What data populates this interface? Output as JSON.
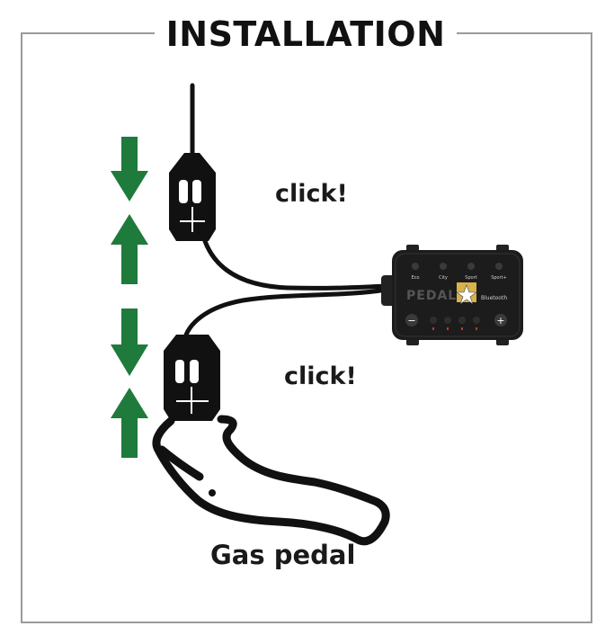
{
  "title": "INSTALLATION",
  "labels": {
    "click_top": "click!",
    "click_bottom": "click!",
    "pedal": "Gas pedal"
  },
  "controller": {
    "brand": "PEDAL",
    "modes": [
      "Eco",
      "City",
      "Sport",
      "Sport+"
    ],
    "bluetooth": "Bluetooth",
    "minus": "−",
    "plus": "+"
  },
  "colors": {
    "arrow": "#1e7b3c",
    "cable": "#111111",
    "frame": "#9a9a9a",
    "controller_body": "#1c1c1c",
    "star_badge": "#d8b24a"
  }
}
